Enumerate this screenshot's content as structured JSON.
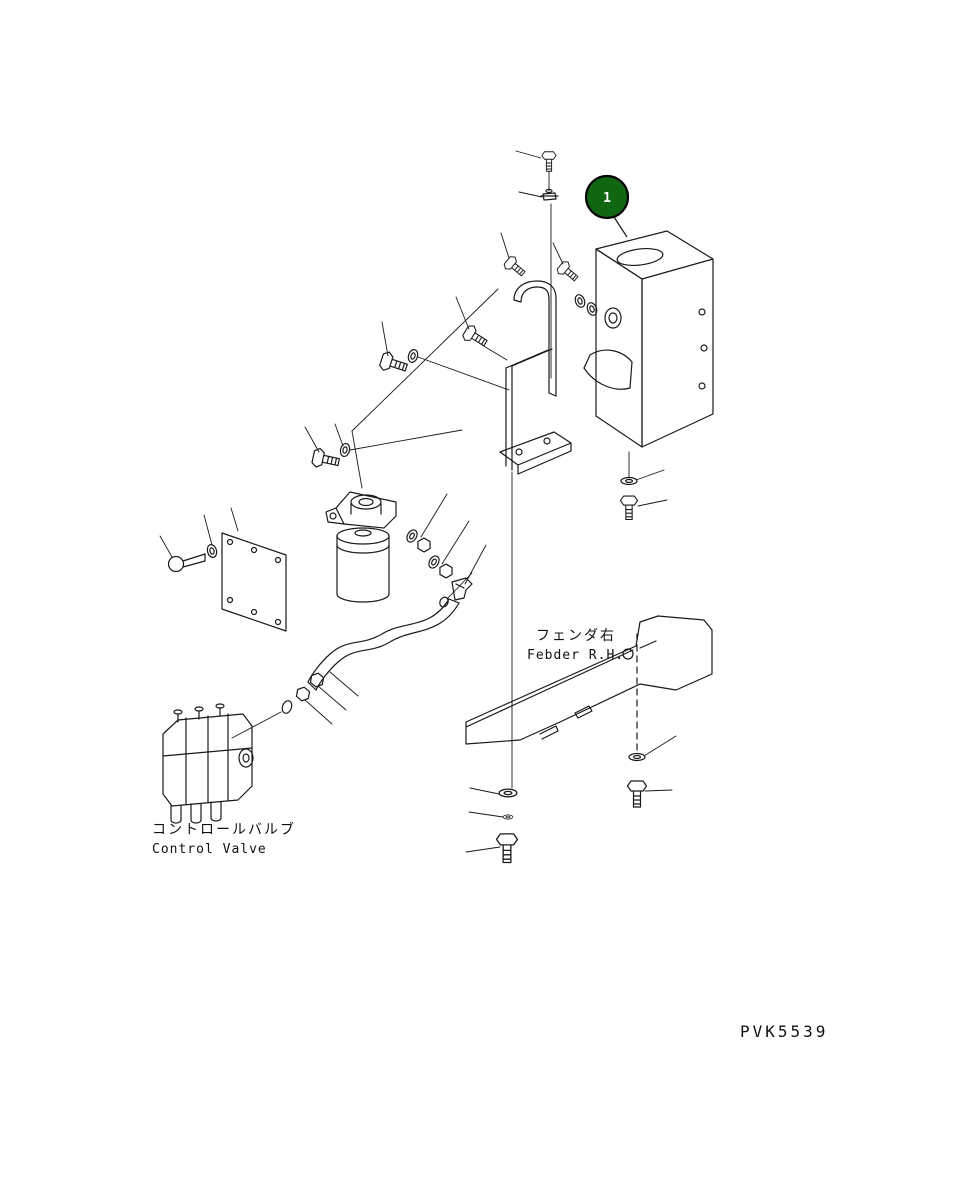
{
  "page": {
    "background_color": "#ffffff",
    "part_code": "PVK5539"
  },
  "callout": {
    "number": "1",
    "fill_color": "#116611",
    "ring_color": "#000000",
    "text_color": "#ffffff"
  },
  "labels": {
    "fender_jp": "フェンダ右",
    "fender_en": "Febder R.H.",
    "control_valve_jp": "コントロールバルブ",
    "control_valve_en": "Control Valve"
  },
  "drawing": {
    "line_color": "#1a1a1a",
    "parts": [
      "breather-bolt",
      "clamp",
      "hydraulic-tank",
      "filler-cap",
      "tank-handle",
      "mounting-frame",
      "elbow-hose",
      "oil-filter-head",
      "oil-filter-cartridge",
      "filter-fittings",
      "suction-hose",
      "hose-nuts",
      "o-ring",
      "cover-plate",
      "plate-bolt",
      "control-valve",
      "fender-rh",
      "mounting-bolts",
      "washers"
    ]
  }
}
